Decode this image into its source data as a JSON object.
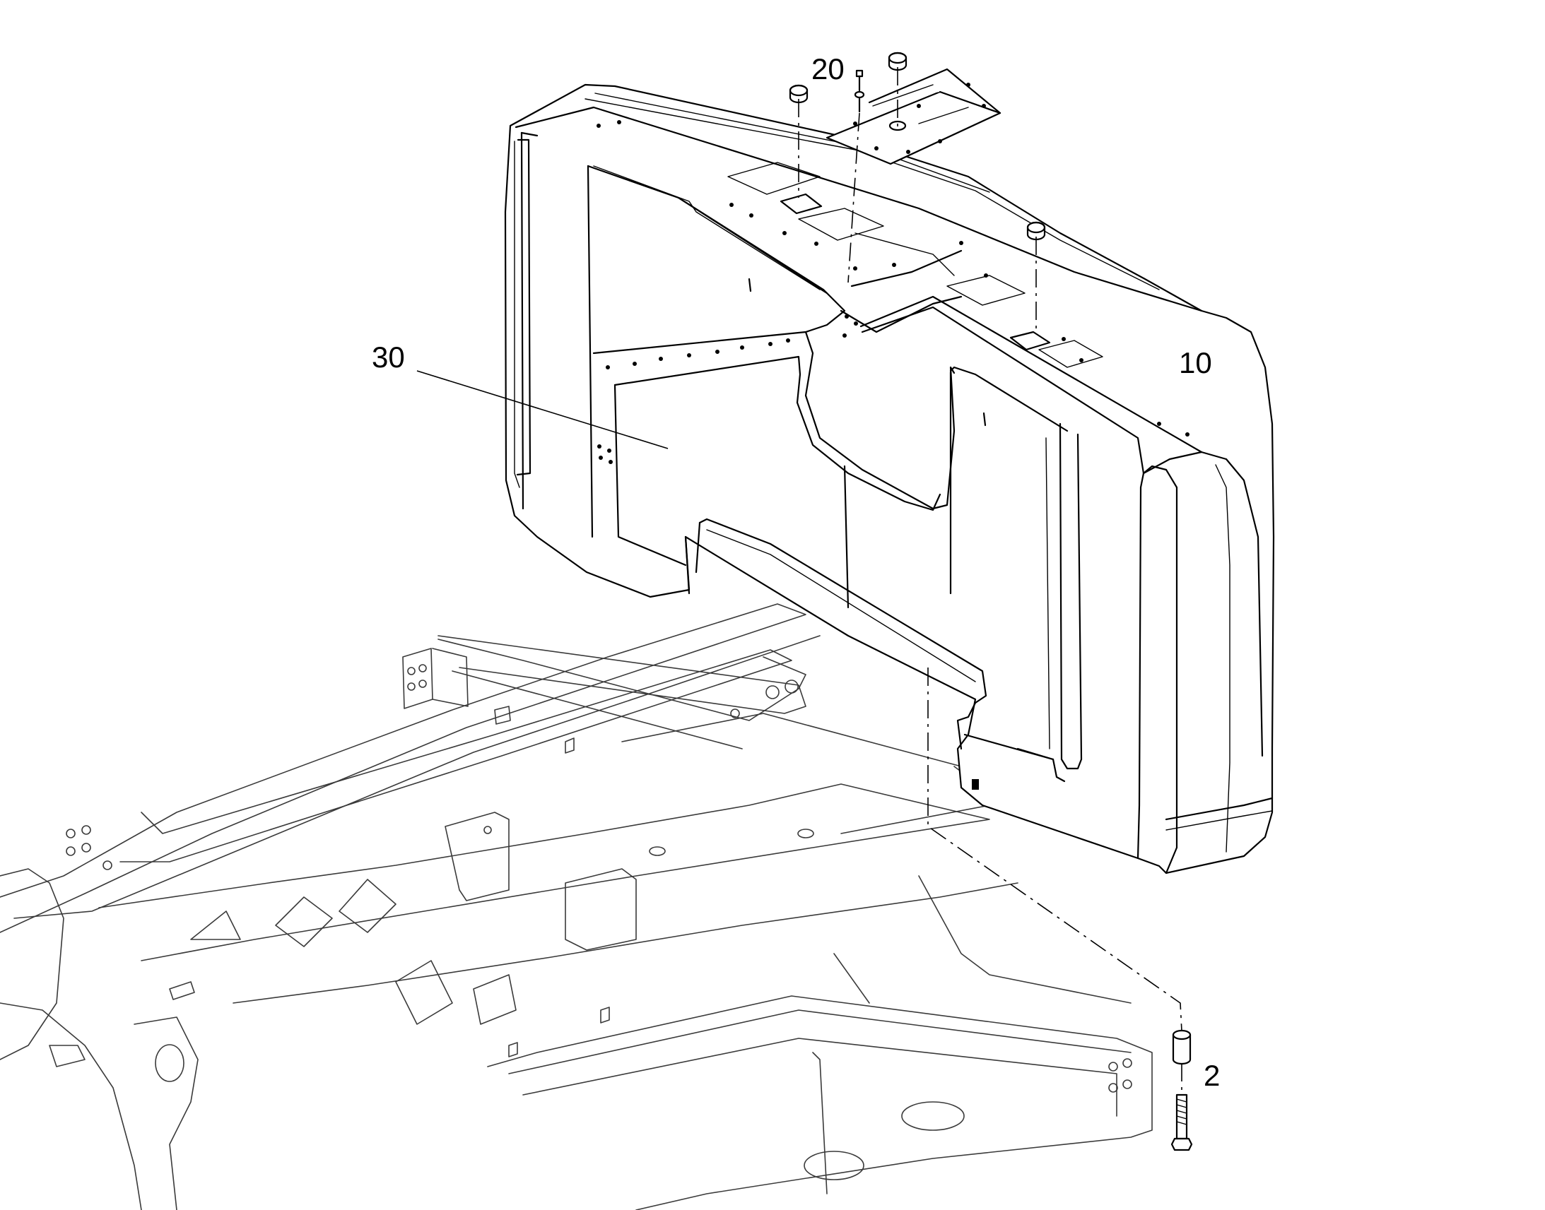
{
  "callouts": {
    "c20": "20",
    "c30": "30",
    "c10": "10",
    "c2": "2"
  },
  "colors": {
    "line": "#000000",
    "background": "#ffffff"
  },
  "parts": [
    "counterweight",
    "cover-plate",
    "caps",
    "spacer",
    "bolt",
    "upper-frame"
  ]
}
